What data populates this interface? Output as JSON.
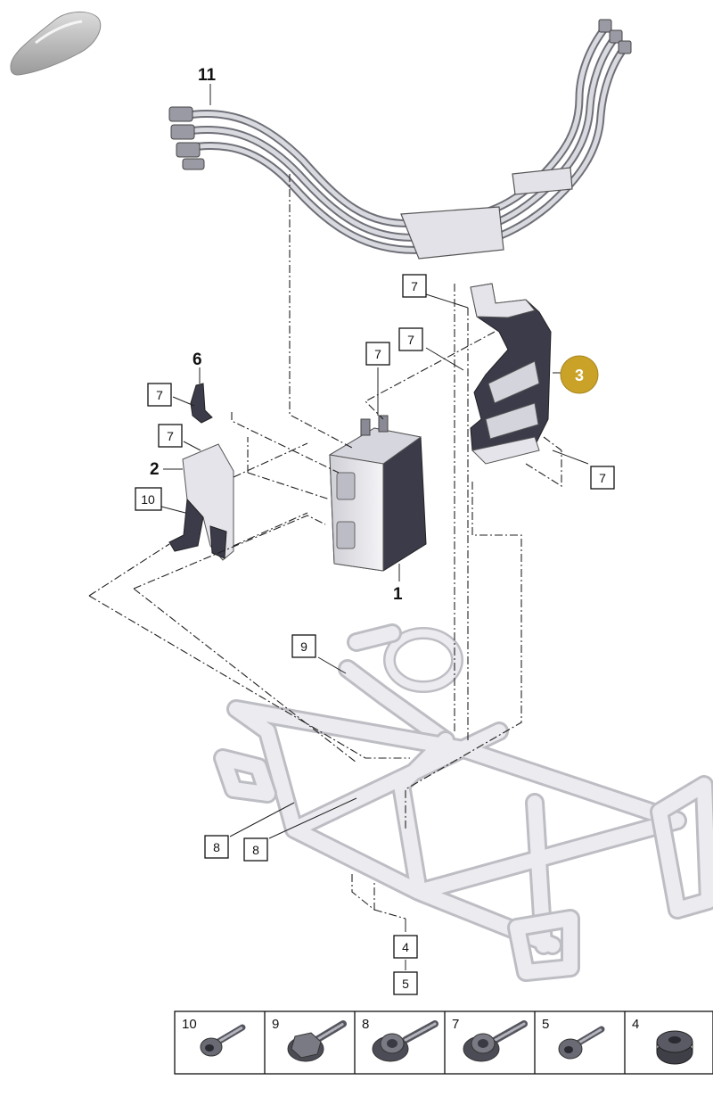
{
  "callouts": {
    "part_1": "1",
    "part_2": "2",
    "part_3": "3",
    "part_6": "6",
    "part_11": "11"
  },
  "boxes": {
    "box_7_a": "7",
    "box_7_b": "7",
    "box_7_c": "7",
    "box_7_d": "7",
    "box_7_e": "7",
    "box_7_f": "7",
    "box_10": "10",
    "box_9": "9",
    "box_8_a": "8",
    "box_8_b": "8",
    "box_4": "4",
    "box_5": "5"
  },
  "legend": [
    {
      "label": "10",
      "icon": "torx-button-head-bolt-icon"
    },
    {
      "label": "9",
      "icon": "hex-flange-bolt-icon"
    },
    {
      "label": "8",
      "icon": "splined-flange-bolt-icon"
    },
    {
      "label": "7",
      "icon": "splined-flange-bolt-icon"
    },
    {
      "label": "5",
      "icon": "torx-button-head-bolt-icon"
    },
    {
      "label": "4",
      "icon": "rubber-grommet-icon"
    }
  ],
  "colors": {
    "highlight_circle": "#c9a227",
    "part_dark": "#3b3b4a",
    "part_light": "#e4e4ea",
    "frame": "#e8e8ec"
  }
}
